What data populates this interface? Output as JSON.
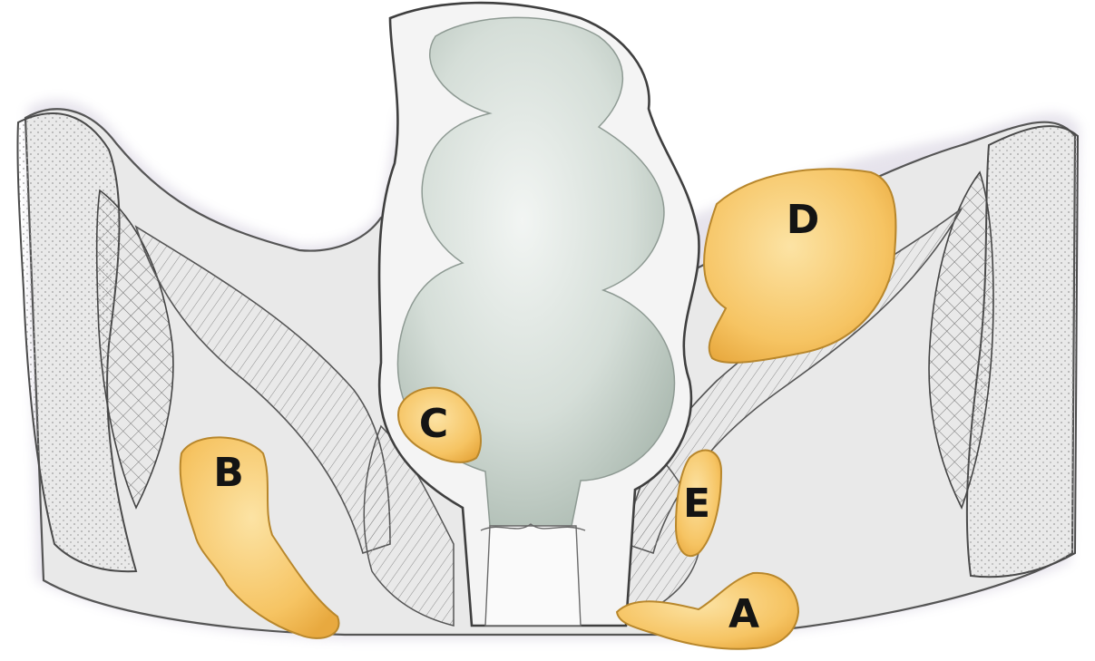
{
  "diagram": {
    "labels": {
      "a": "A",
      "b": "B",
      "c": "C",
      "d": "D",
      "e": "E"
    },
    "colors": {
      "abscess_fill": "#F6C463",
      "abscess_edge": "#B8872C",
      "bowel_fill": "#D9E2DC",
      "bone_fill": "#E6E6E6",
      "line": "#3E3E3E",
      "background": "#FFFFFF"
    }
  }
}
